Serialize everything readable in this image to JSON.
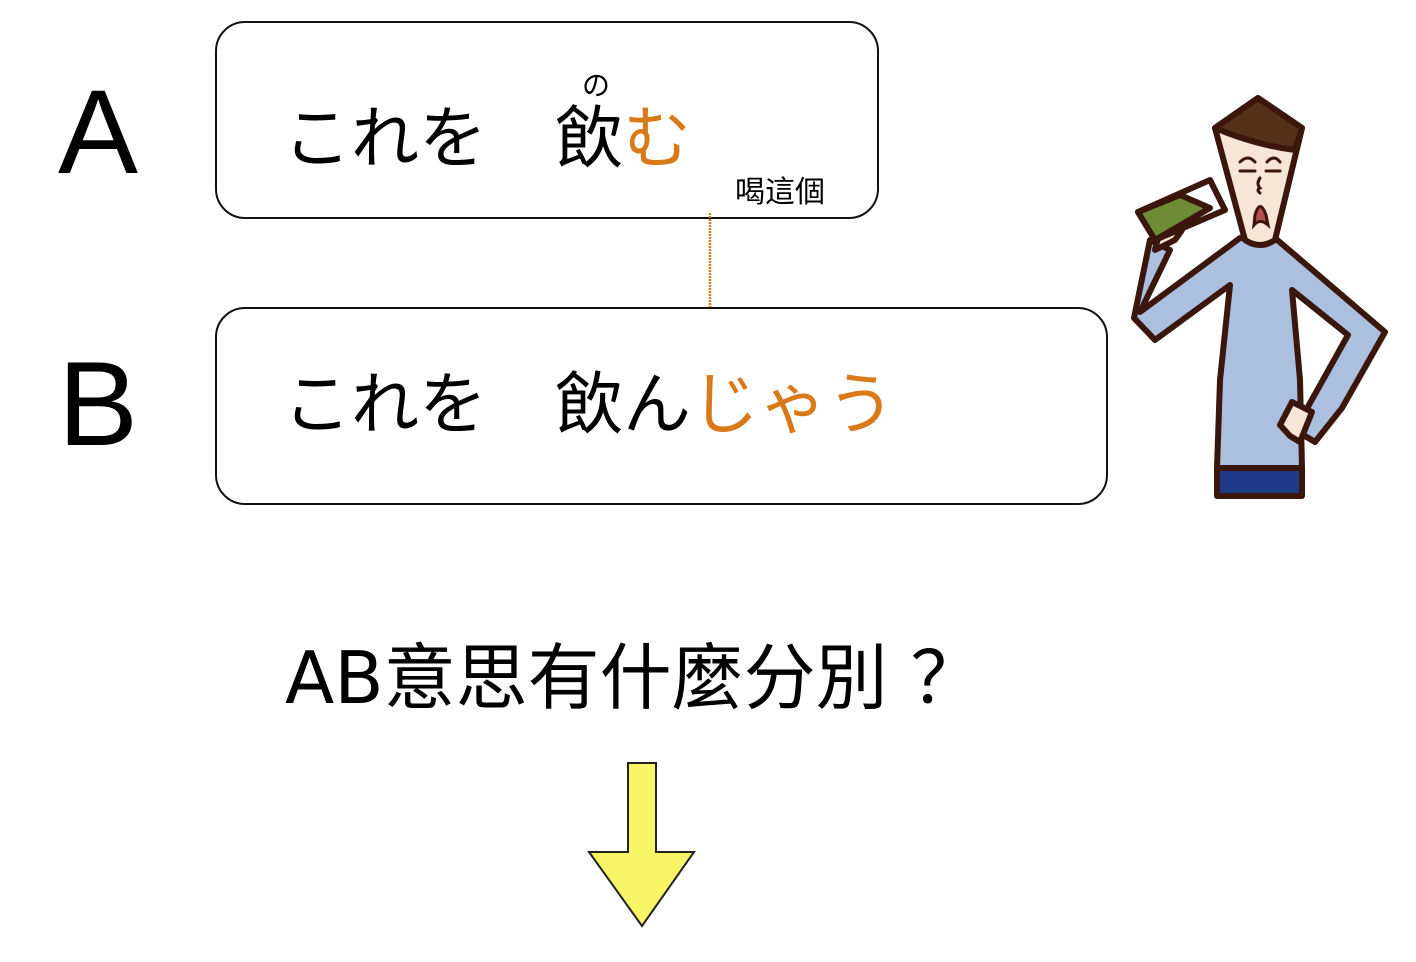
{
  "labels": {
    "a": "A",
    "b": "B"
  },
  "sentence_a": {
    "prefix": "これを　",
    "kanji": "飲",
    "suffix": "む",
    "furigana": "の",
    "translation": "喝這個"
  },
  "sentence_b": {
    "prefix": "これを　飲ん",
    "suffix": "じゃう"
  },
  "question": "AB意思有什麼分別 ？",
  "colors": {
    "accent": "#d97a1a",
    "arrow_fill": "#f8f566",
    "shirt": "#abc0de",
    "pants": "#1f3a87",
    "hair": "#56301a",
    "bottle": "#6e8c35",
    "skin": "#f7e6d5",
    "outline": "#3a160c"
  }
}
